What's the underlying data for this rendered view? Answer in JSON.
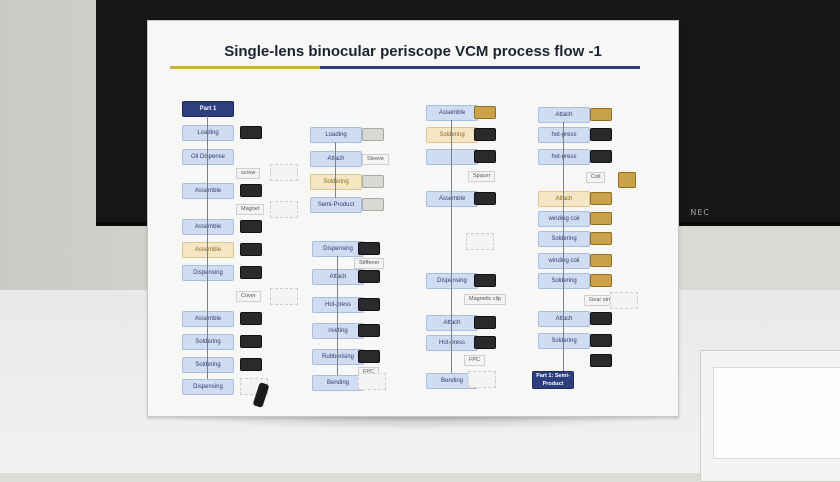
{
  "title": "Single-lens binocular periscope VCM process flow -1",
  "tv_brand": "NEC",
  "col1": {
    "header": "Part 1",
    "steps": [
      "Loading",
      "Oil Dispense",
      "Assemble",
      "Assemble",
      "Assemble",
      "Dispensing",
      "Assemble",
      "Soldering",
      "Soldering",
      "Dispensing"
    ],
    "tags": [
      "screw",
      "Magnet",
      "Cover"
    ]
  },
  "col2": {
    "steps_top": [
      "Loading",
      "Attach",
      "Soldering",
      "Semi-Product"
    ],
    "steps_bottom": [
      "Dispensing",
      "Attach",
      "Hot-press",
      "riveting",
      "Rubberising",
      "Bending"
    ],
    "tags": [
      "Sleeve",
      "Stiffener",
      "FPC"
    ]
  },
  "col3": {
    "steps": [
      "Assemble",
      "Soldering",
      "",
      "Assemble",
      "Dispensing",
      "Attach",
      "Hot-press",
      "Bending"
    ],
    "tags": [
      "Spacer",
      "Magnetic clip",
      "FPC"
    ]
  },
  "col4": {
    "steps": [
      "Attach",
      "hot-press",
      "hot-press",
      "Attach",
      "winding coil",
      "Soldering",
      "winding coil",
      "Soldering",
      "Attach",
      "Soldering"
    ],
    "tags": [
      "Coil",
      "Gear strip"
    ],
    "footer": "Part 1: Semi-Product"
  }
}
